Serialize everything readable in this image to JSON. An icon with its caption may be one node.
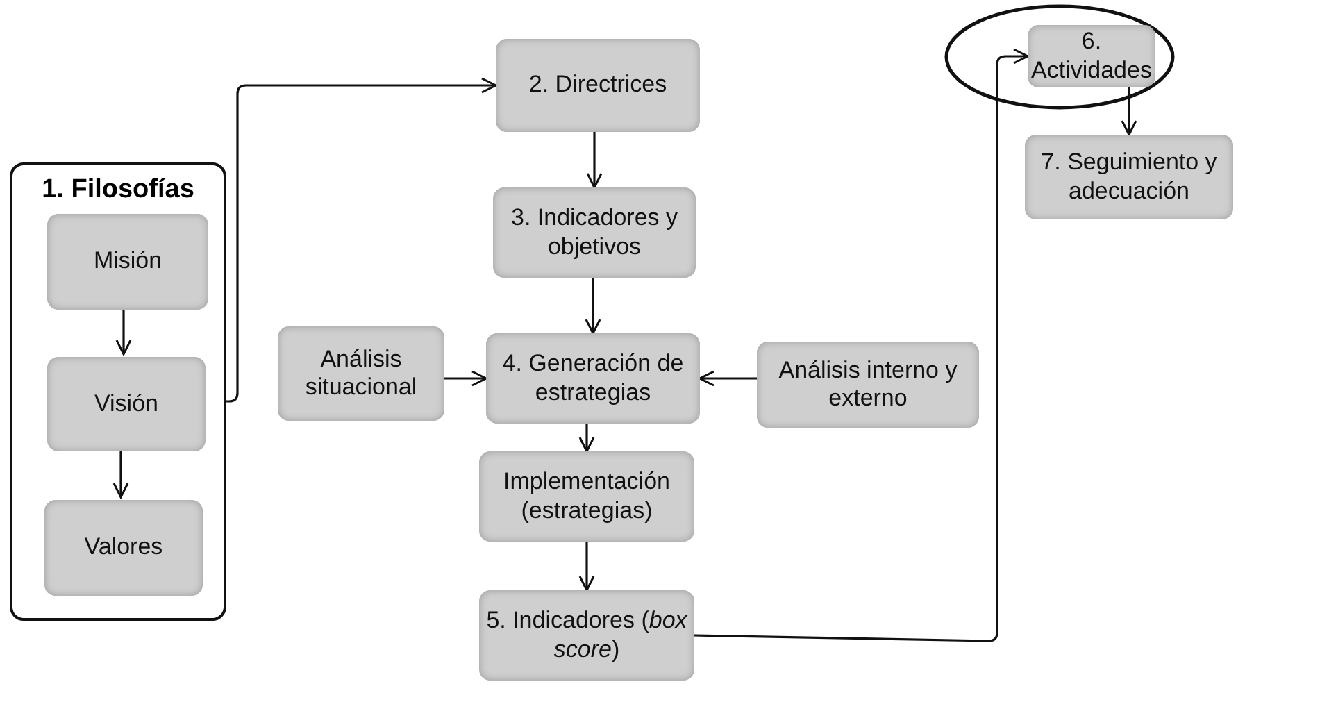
{
  "diagram": {
    "nodes": [
      {
        "text": [
          "1. Filosofías"
        ]
      },
      {
        "text": [
          "Misión"
        ],
        "in": 0
      },
      {
        "text": [
          "Visión"
        ],
        "in": 0
      },
      {
        "text": [
          "Valores"
        ],
        "in": 0
      },
      {
        "text": [
          "2. Directrices"
        ]
      },
      {
        "text": [
          "3. Indicadores y objetivos"
        ]
      },
      {
        "text": [
          "Análisis situacional"
        ]
      },
      {
        "text": [
          "4. Generación de estrategias"
        ]
      },
      {
        "text": [
          "Análisis interno y externo"
        ]
      },
      {
        "text": [
          "Implementación (estrategias)"
        ]
      },
      {
        "text": [
          "5. Indicadores (*box score*)"
        ]
      },
      {
        "text": [],
        "shape": "ellipse"
      },
      {
        "text": [
          "6. Actividades"
        ],
        "in": 11
      },
      {
        "text": [
          "7. Seguimiento y adecuación"
        ]
      }
    ],
    "edges": [
      {
        "from": 1,
        "to": 2,
        "arrow": "to"
      },
      {
        "from": 2,
        "to": 3,
        "arrow": "to"
      },
      {
        "from": 2,
        "to": 4,
        "arrow": "to"
      },
      {
        "from": 4,
        "to": 5,
        "arrow": "to"
      },
      {
        "from": 5,
        "to": 7,
        "arrow": "to"
      },
      {
        "from": 6,
        "to": 7,
        "arrow": "to"
      },
      {
        "from": 8,
        "to": 7,
        "arrow": "to"
      },
      {
        "from": 7,
        "to": 9,
        "arrow": "to"
      },
      {
        "from": 9,
        "to": 10,
        "arrow": "to"
      },
      {
        "from": 10,
        "to": 12,
        "arrow": "to"
      },
      {
        "from": 12,
        "to": 13,
        "arrow": "to"
      }
    ]
  }
}
